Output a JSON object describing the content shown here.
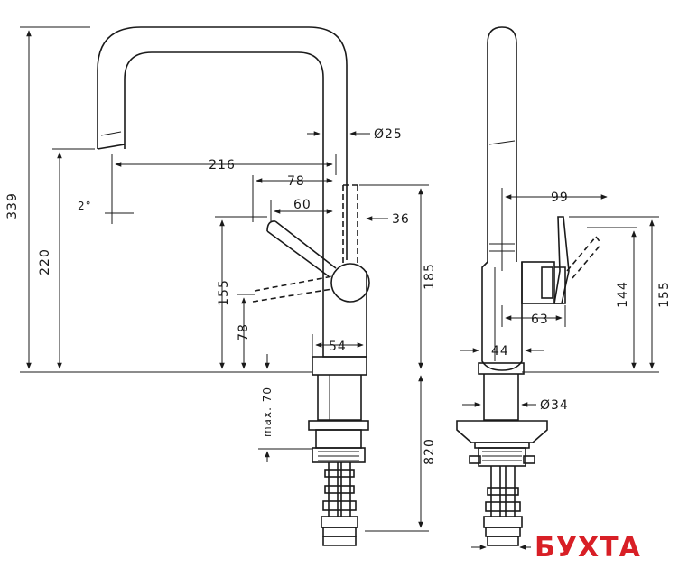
{
  "front_view": {
    "d_339": "339",
    "d_220": "220",
    "d_216": "216",
    "d_2deg": "2°",
    "d_78_top": "78",
    "d_60": "60",
    "d_36": "36",
    "d_155": "155",
    "d_78_low": "78",
    "d_185": "185",
    "d_54": "54",
    "d_25": "Ø25",
    "d_max70": "max. 70",
    "d_820": "820"
  },
  "side_view": {
    "d_99": "99",
    "d_144": "144",
    "d_155": "155",
    "d_63": "63",
    "d_44": "44",
    "d_34": "Ø34"
  },
  "watermark": {
    "text": "БУХТА"
  }
}
